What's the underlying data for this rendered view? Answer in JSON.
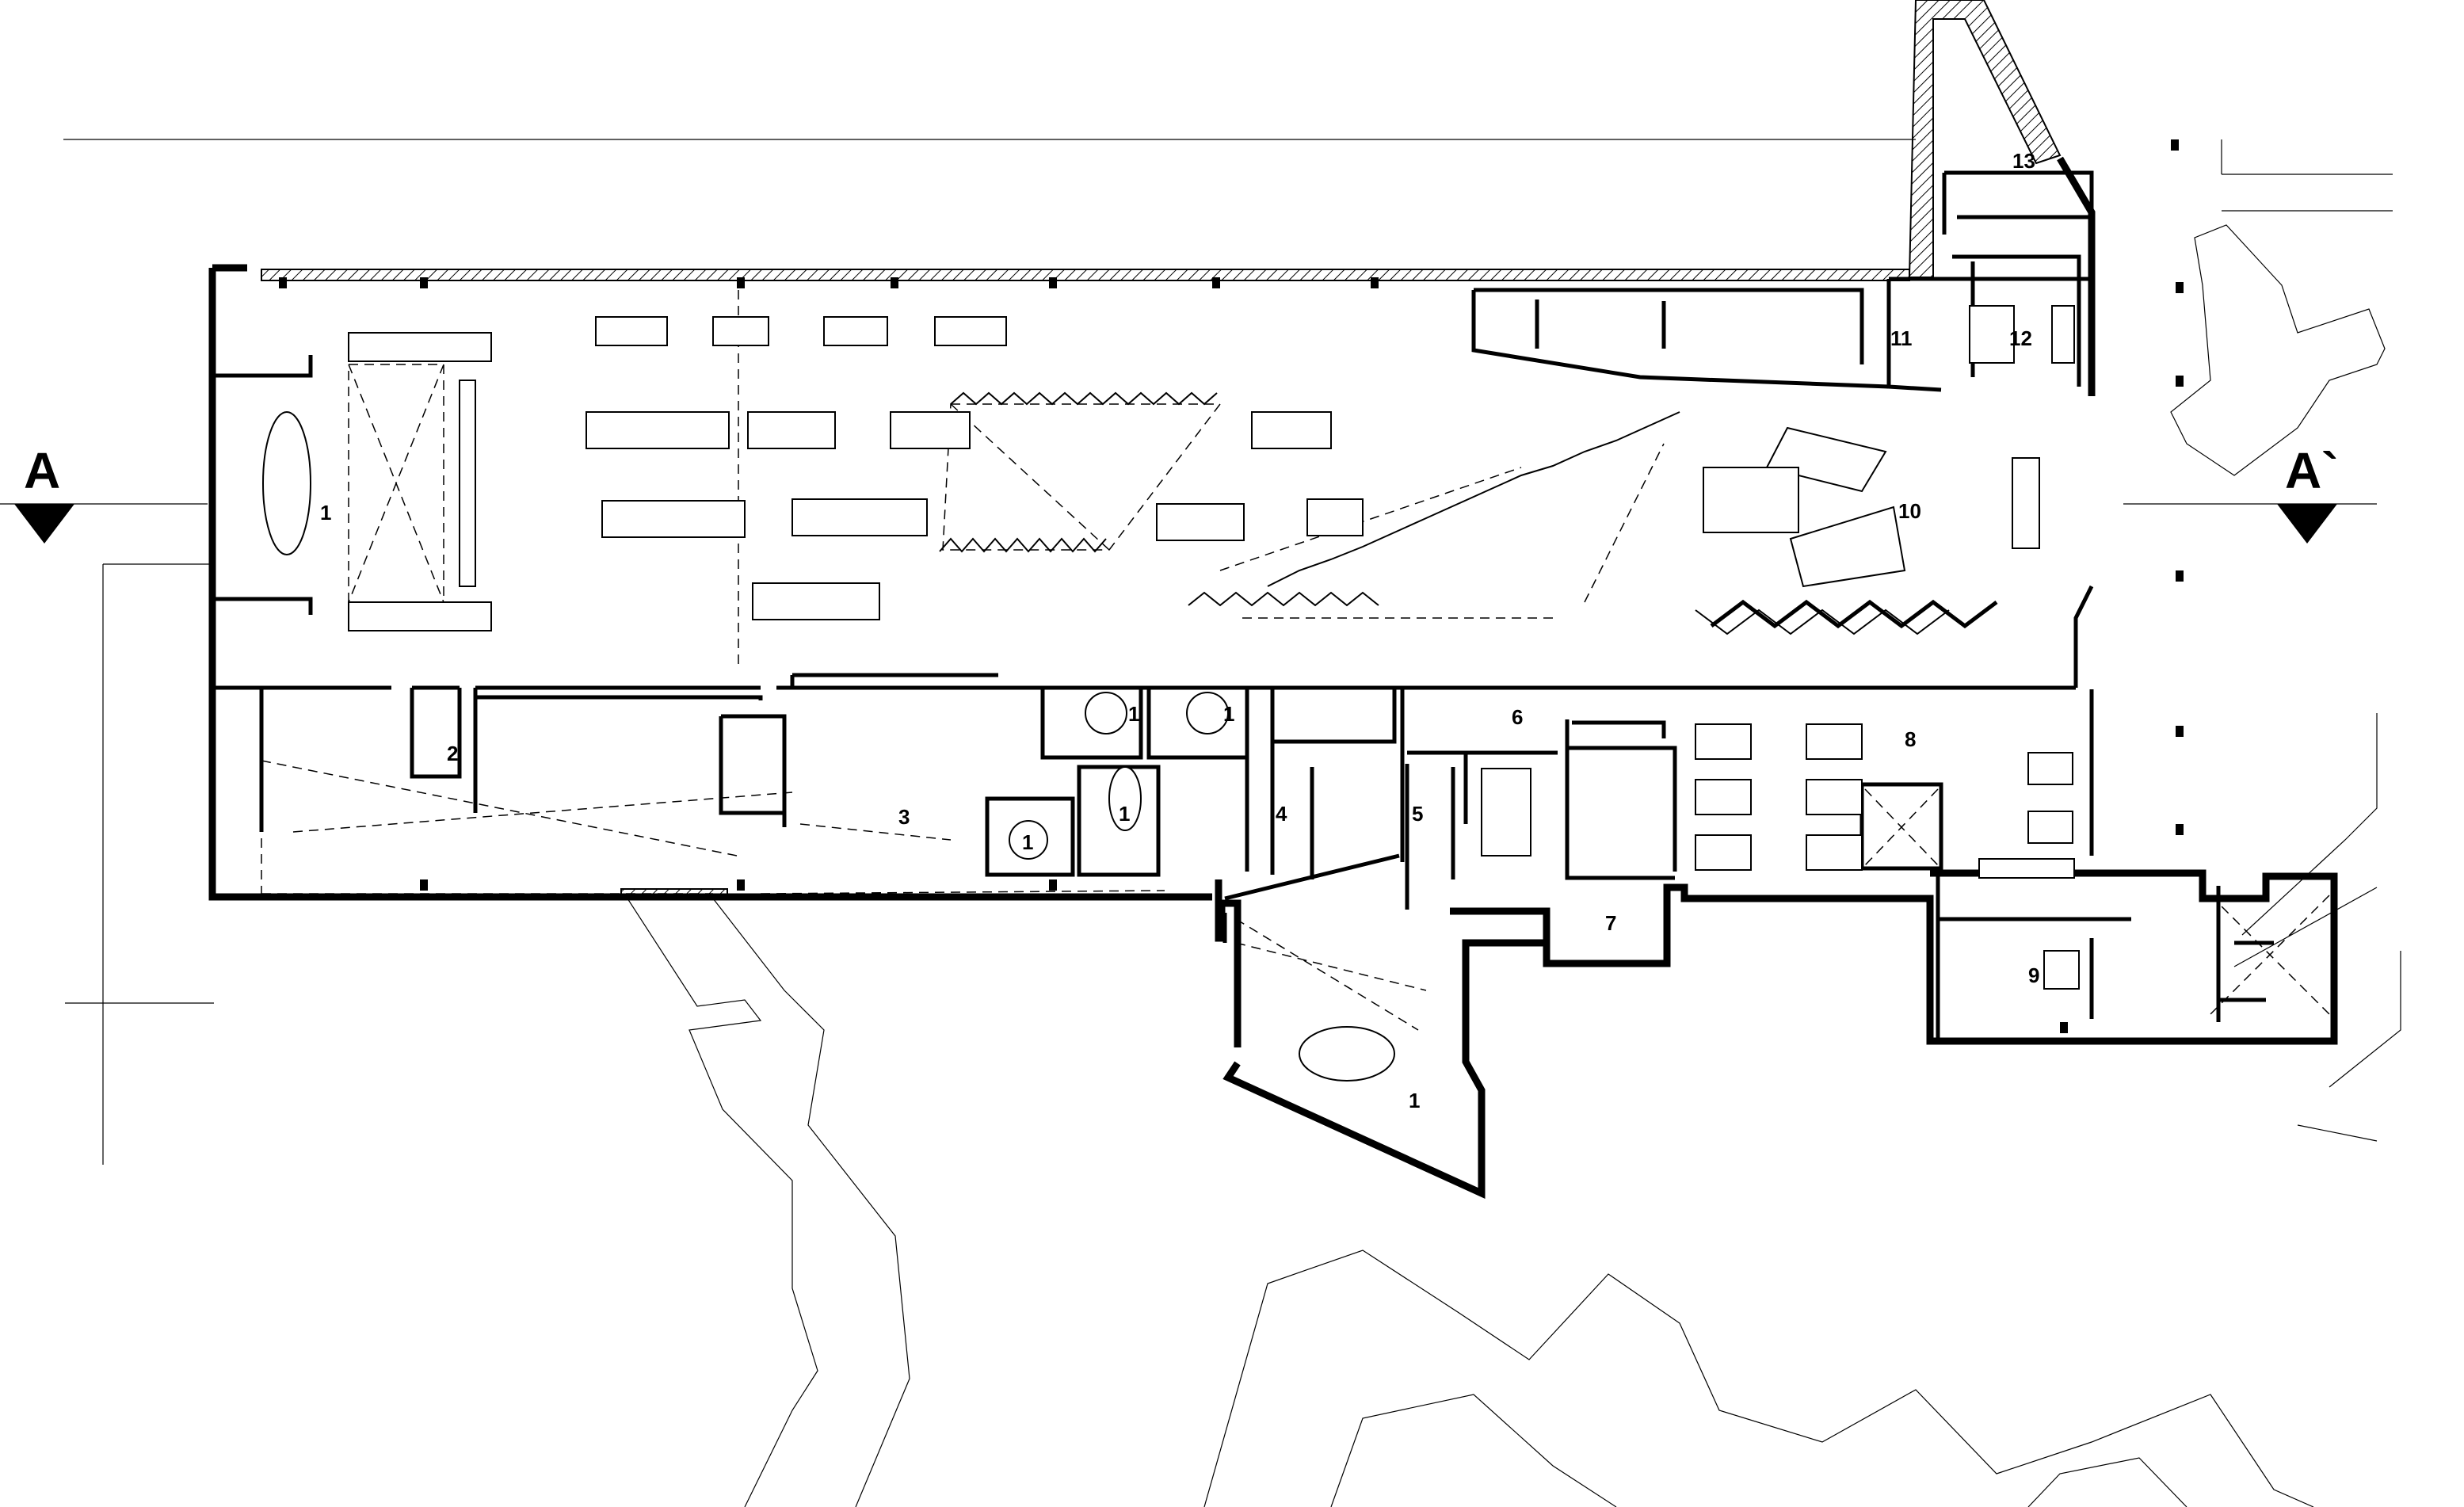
{
  "section_markers": {
    "left": "A",
    "right": "A`"
  },
  "rooms": [
    {
      "id": "r1a",
      "label": "1"
    },
    {
      "id": "r1b",
      "label": "1"
    },
    {
      "id": "r1c",
      "label": "1"
    },
    {
      "id": "r1d",
      "label": "1"
    },
    {
      "id": "r1e",
      "label": "1"
    },
    {
      "id": "r1f",
      "label": "1"
    },
    {
      "id": "r2",
      "label": "2"
    },
    {
      "id": "r3",
      "label": "3"
    },
    {
      "id": "r4",
      "label": "4"
    },
    {
      "id": "r5",
      "label": "5"
    },
    {
      "id": "r6",
      "label": "6"
    },
    {
      "id": "r7",
      "label": "7"
    },
    {
      "id": "r8",
      "label": "8"
    },
    {
      "id": "r9",
      "label": "9"
    },
    {
      "id": "r10",
      "label": "10"
    },
    {
      "id": "r11",
      "label": "11"
    },
    {
      "id": "r12",
      "label": "12"
    },
    {
      "id": "r13",
      "label": "13"
    }
  ]
}
